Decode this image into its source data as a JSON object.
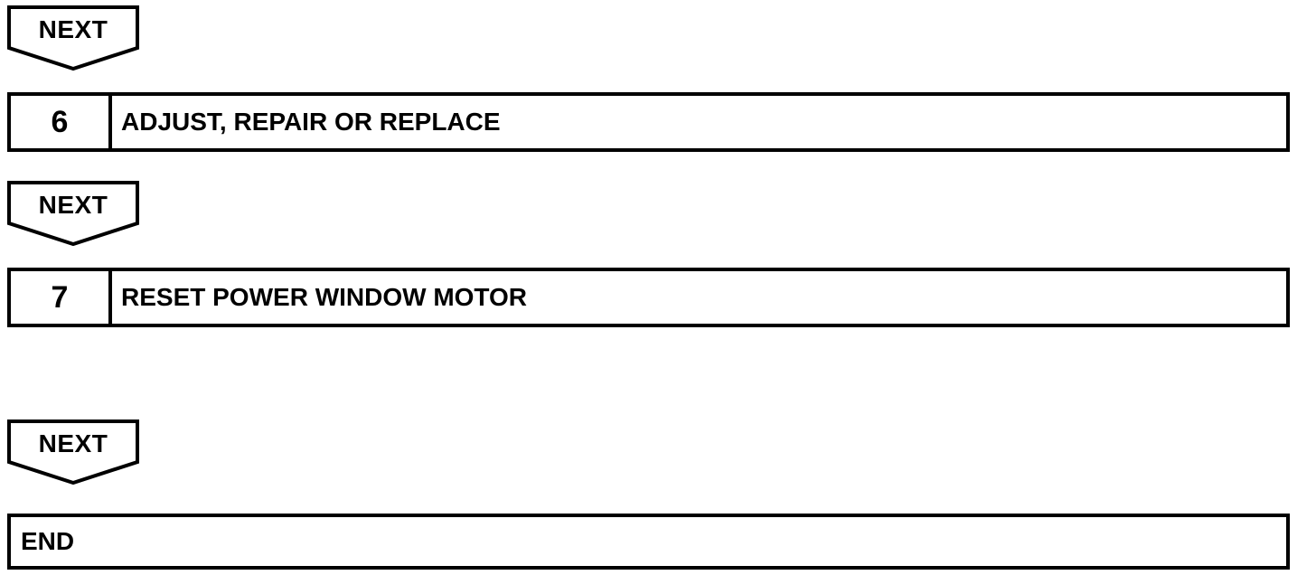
{
  "flow": {
    "next_label": "NEXT",
    "steps": [
      {
        "number": "6",
        "text": "ADJUST, REPAIR OR REPLACE"
      },
      {
        "number": "7",
        "text": "RESET POWER WINDOW MOTOR"
      }
    ],
    "end_label": "END"
  }
}
